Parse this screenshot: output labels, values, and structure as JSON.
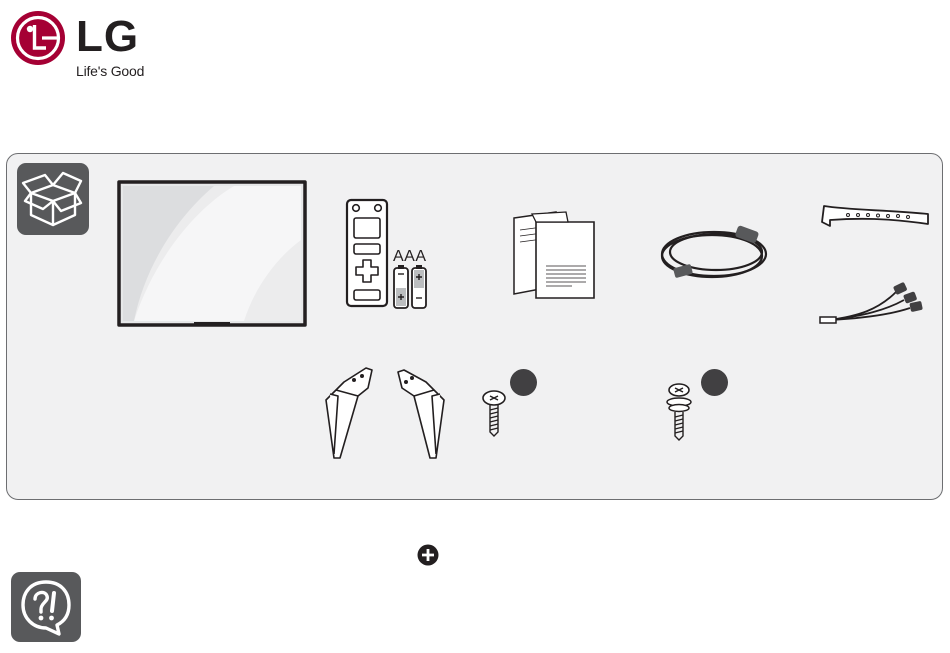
{
  "brand": {
    "wordmark": "LG",
    "tagline": "Life's Good",
    "color": "#a50034"
  },
  "components": {
    "battery_label": "AAA",
    "icons": [
      "open-box-icon",
      "tv-icon",
      "remote-control-icon",
      "battery-icon",
      "manual-icon",
      "power-cord-icon",
      "cable-tie-icon",
      "av-cable-icon",
      "stand-leg-icon",
      "screw-icon"
    ]
  },
  "help": {
    "icons": [
      "question-exclamation-icon",
      "plus-circle-icon"
    ]
  },
  "colors": {
    "panel_bg": "#f1f1f2",
    "badge_bg": "#58595b",
    "line": "#231f20"
  }
}
